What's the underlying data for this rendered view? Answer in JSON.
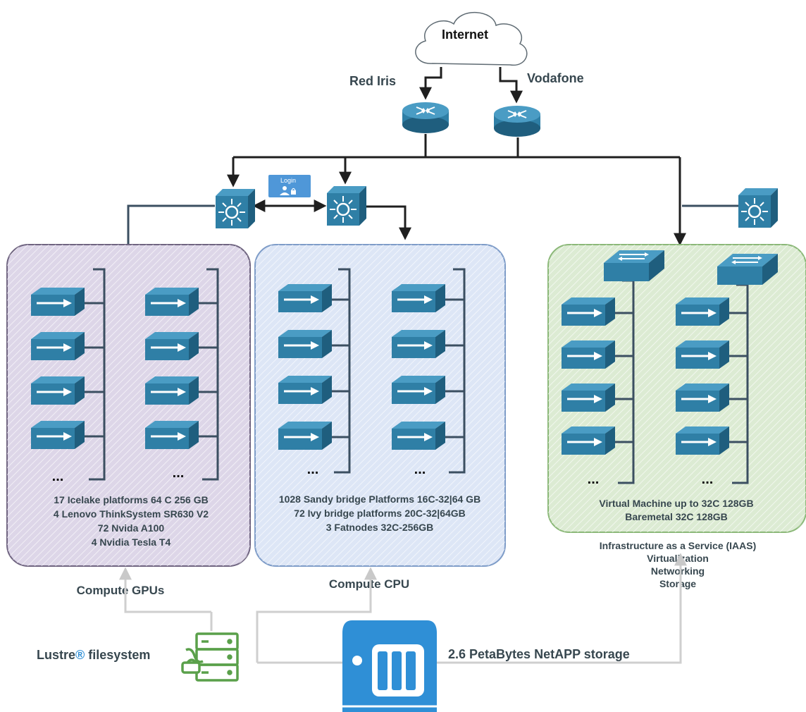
{
  "internet": {
    "label": "Internet"
  },
  "uplinks": [
    {
      "label": "Red Iris"
    },
    {
      "label": "Vodafone"
    }
  ],
  "login": {
    "label": "Login"
  },
  "clusters": [
    {
      "id": "gpu",
      "lines": [
        "17 Icelake platforms 64 C 256 GB",
        "4 Lenovo ThinkSystem SR630 V2",
        "72 Nvida A100",
        "4 Nvidia Tesla T4"
      ],
      "title": "Compute GPUs",
      "fill": "#ddd6e8",
      "stroke": "#6f6480"
    },
    {
      "id": "cpu",
      "lines": [
        "1028 Sandy bridge Platforms 16C-32|64 GB",
        "72 Ivy bridge platforms 20C-32|64GB",
        "3 Fatnodes 32C-256GB"
      ],
      "title": "Compute CPU",
      "fill": "#dde6f6",
      "stroke": "#7e9cc8"
    },
    {
      "id": "iaas",
      "lines": [
        "Virtual Machine up to 32C 128GB",
        "Baremetal 32C 128GB"
      ],
      "title_lines": [
        "Infrastructure as a Service (IAAS)",
        "Virtualization",
        "Networking",
        "Storage"
      ],
      "fill": "#dcebd3",
      "stroke": "#8bb878"
    }
  ],
  "ellipsis": "...",
  "lustre": {
    "label": "Lustre",
    "mark": "®",
    "suffix": " filesystem"
  },
  "netapp": {
    "label": "2.6 PetaBytes NetAPP storage"
  },
  "colors": {
    "device": "#2f7fa6",
    "device_top": "#3e90b8",
    "device_dark": "#1f5e7e",
    "line": "#1f1f1f",
    "gray_line": "#cfcfcf",
    "bus": "#3b4f61",
    "storage_icon": "#2f8fd6",
    "lustre_icon": "#5aa04a",
    "registered": "#2f8fd6"
  }
}
